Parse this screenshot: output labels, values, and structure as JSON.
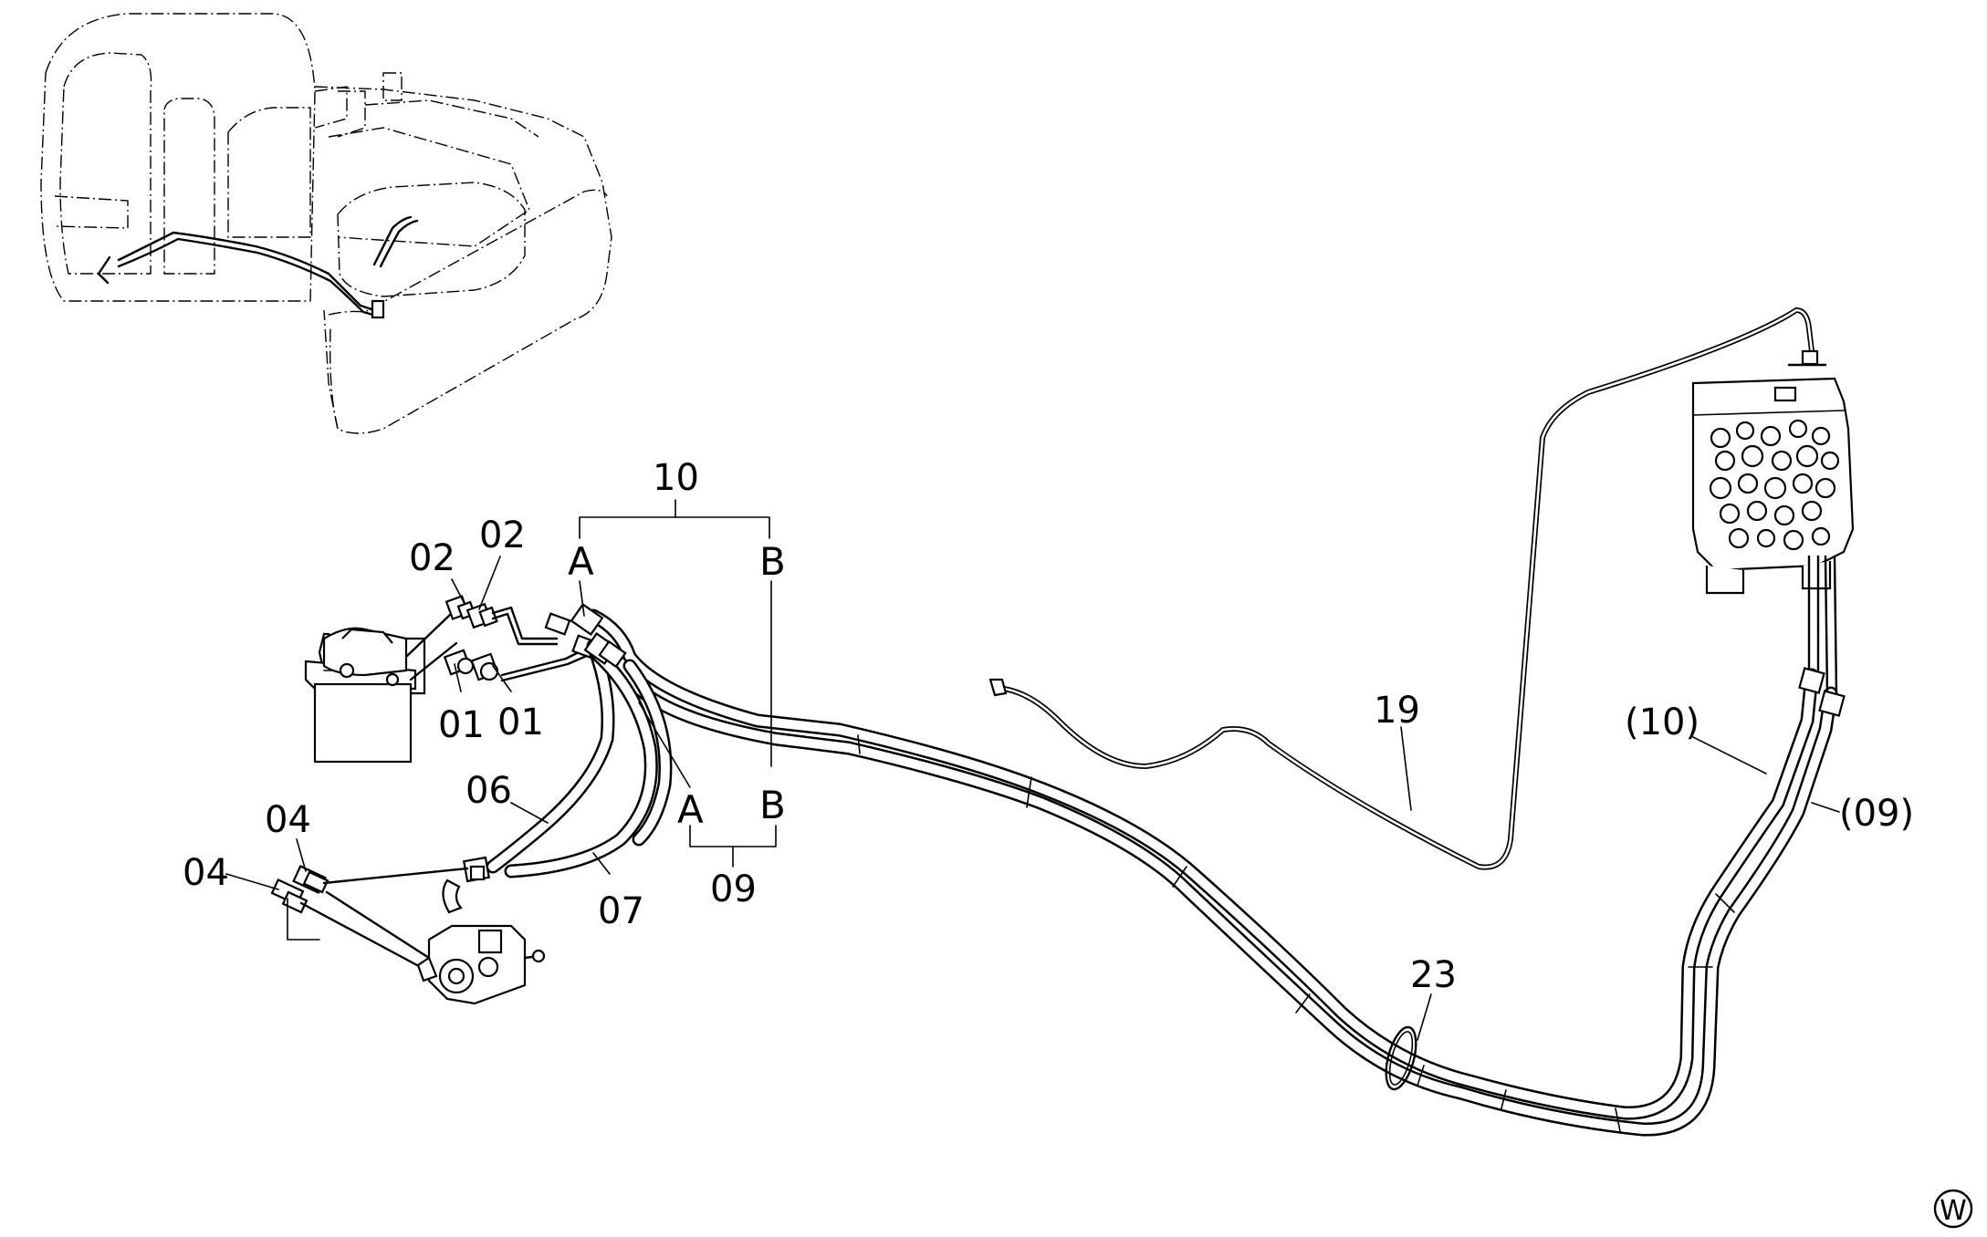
{
  "labels": {
    "p10": "10",
    "p09": "09",
    "p02a": "02",
    "p02b": "02",
    "p01a": "01",
    "p01b": "01",
    "p04a": "04",
    "p04b": "04",
    "p06": "06",
    "p07": "07",
    "p19": "19",
    "p23": "23",
    "p10ref": "(10)",
    "p09ref": "(09)",
    "a_top": "A",
    "b_top": "B",
    "a_bot": "A",
    "b_bot": "B",
    "mark": "W"
  }
}
